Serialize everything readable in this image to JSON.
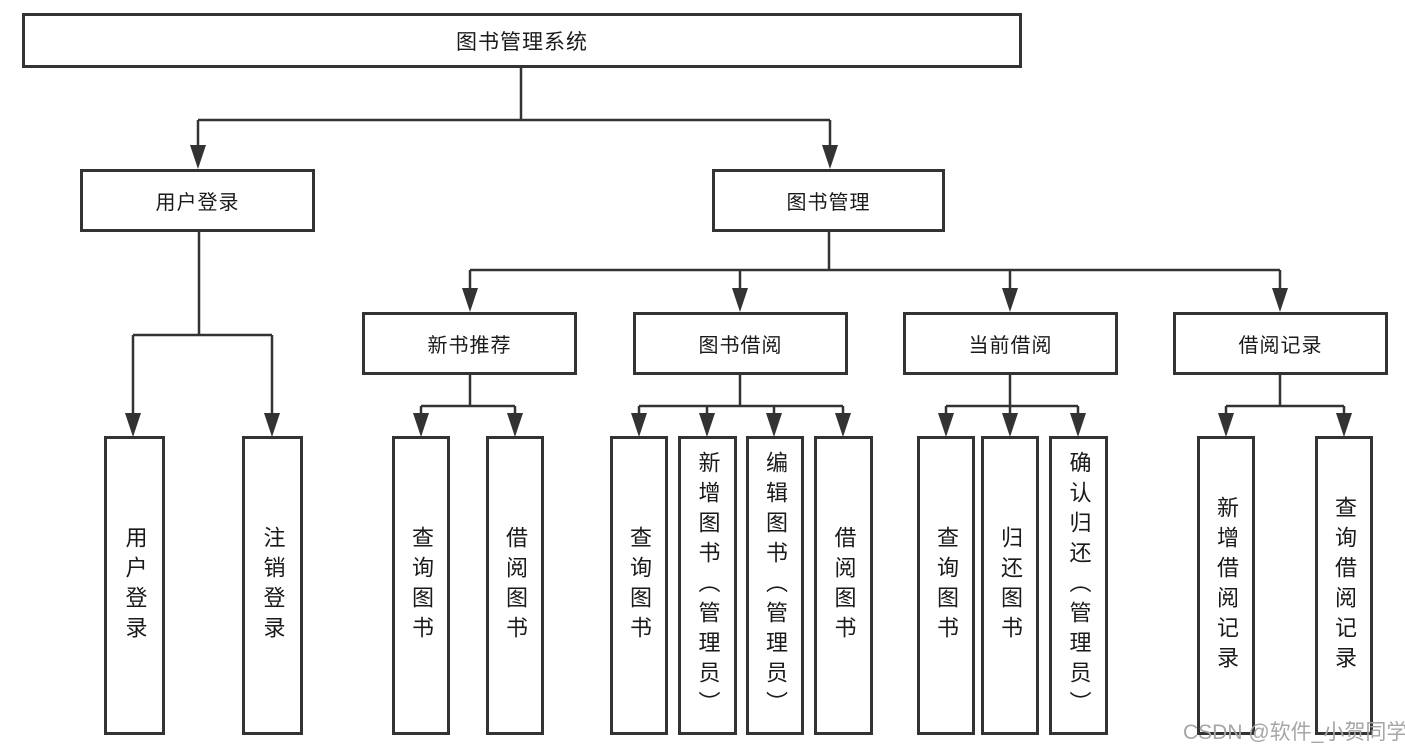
{
  "tree": {
    "root": {
      "label": "图书管理系统",
      "children": [
        {
          "label": "用户登录",
          "children": [
            {
              "label": "用户登录"
            },
            {
              "label": "注销登录"
            }
          ]
        },
        {
          "label": "图书管理",
          "children": [
            {
              "label": "新书推荐",
              "children": [
                {
                  "label": "查询图书"
                },
                {
                  "label": "借阅图书"
                }
              ]
            },
            {
              "label": "图书借阅",
              "children": [
                {
                  "label": "查询图书"
                },
                {
                  "label": "新增图书（管理员）"
                },
                {
                  "label": "编辑图书（管理员）"
                },
                {
                  "label": "借阅图书"
                }
              ]
            },
            {
              "label": "当前借阅",
              "children": [
                {
                  "label": "查询图书"
                },
                {
                  "label": "归还图书"
                },
                {
                  "label": "确认归还（管理员）"
                }
              ]
            },
            {
              "label": "借阅记录",
              "children": [
                {
                  "label": "新增借阅记录"
                },
                {
                  "label": "查询借阅记录"
                }
              ]
            }
          ]
        }
      ]
    }
  },
  "watermark": {
    "text": "CSDN @软件_小贺同学"
  },
  "colors": {
    "line": "#333333",
    "box_border": "#333333",
    "text": "#1a1a1a",
    "watermark": "#a6a6a6",
    "background": "#ffffff"
  }
}
